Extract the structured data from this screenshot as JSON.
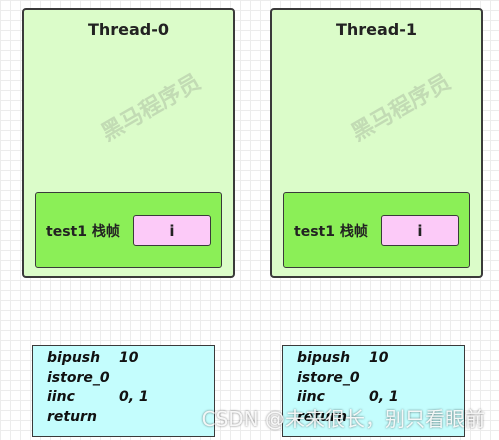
{
  "threads": [
    {
      "title": "Thread-0",
      "frame_label": "test1 栈帧",
      "local_var": "i",
      "bytecode": [
        {
          "op": "bipush",
          "arg": "10"
        },
        {
          "op": "istore_0",
          "arg": ""
        },
        {
          "op": "iinc",
          "arg": "0, 1"
        },
        {
          "op": "return",
          "arg": ""
        }
      ]
    },
    {
      "title": "Thread-1",
      "frame_label": "test1 栈帧",
      "local_var": "i",
      "bytecode": [
        {
          "op": "bipush",
          "arg": "10"
        },
        {
          "op": "istore_0",
          "arg": ""
        },
        {
          "op": "iinc",
          "arg": "0, 1"
        },
        {
          "op": "return",
          "arg": ""
        }
      ]
    }
  ],
  "watermark": "CSDN @未来很长，别只看眼前",
  "site_watermark": "黑马程序员"
}
